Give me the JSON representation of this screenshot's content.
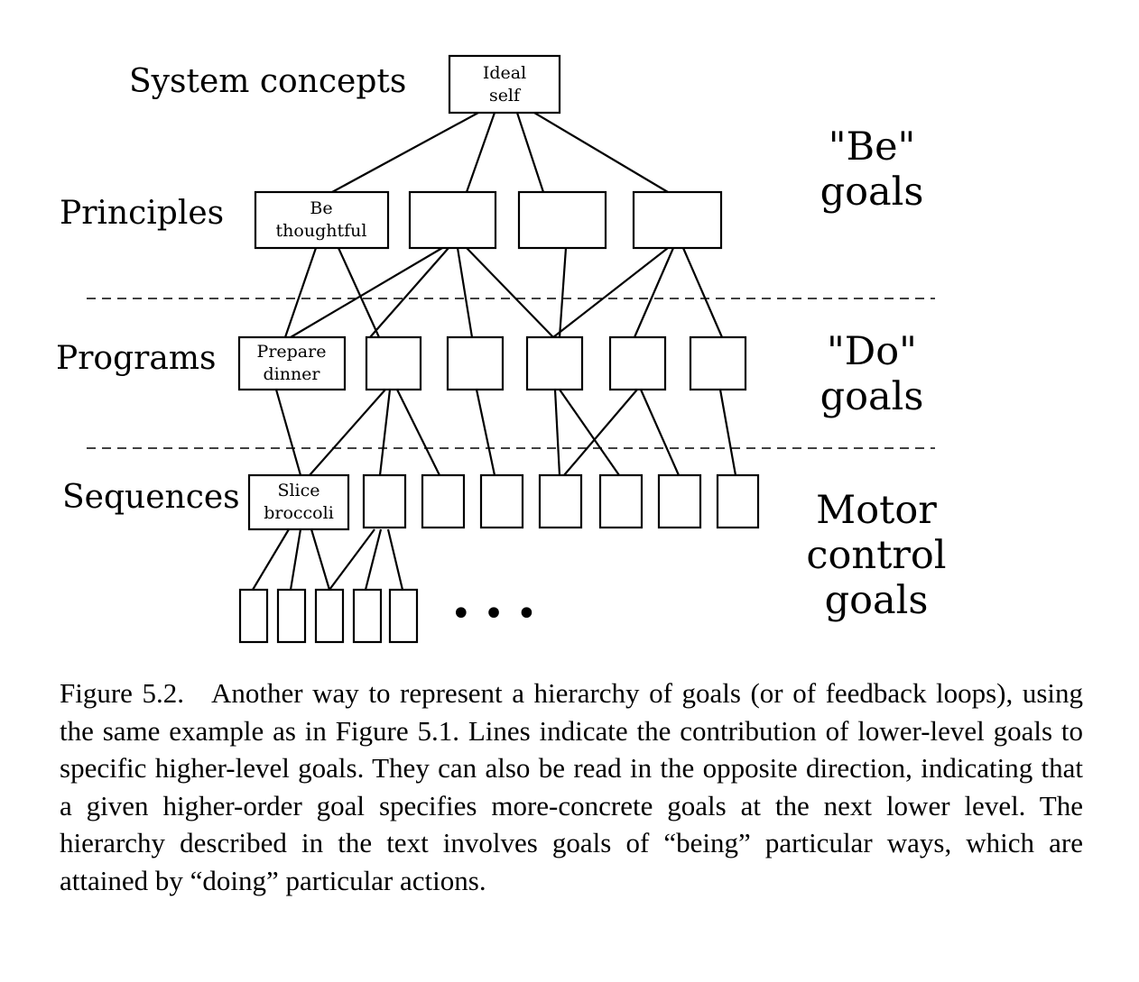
{
  "levels": {
    "system_concepts": "System concepts",
    "principles": "Principles",
    "programs": "Programs",
    "sequences": "Sequences"
  },
  "goal_labels": {
    "be": [
      "\"Be\"",
      "goals"
    ],
    "do": [
      "\"Do\"",
      "goals"
    ],
    "motor": [
      "Motor",
      "control",
      "goals"
    ]
  },
  "nodes": {
    "ideal_self": [
      "Ideal",
      "self"
    ],
    "be_thoughtful": [
      "Be",
      "thoughtful"
    ],
    "prepare_dinner": [
      "Prepare",
      "dinner"
    ],
    "slice_broccoli": [
      "Slice",
      "broccoli"
    ]
  },
  "ellipsis": "• • •",
  "caption": {
    "figure_number": "Figure 5.2.",
    "text": "Another way to represent a hierarchy of goals (or of feedback loops), using the same example as in Figure 5.1. Lines indicate the contribution of lower-level goals to specific higher-level goals. They can also be read in the opposite direction, indicating that a given higher-order goal specifies more-concrete goals at the next lower level. The hierarchy described in the text involves goals of “being” particular ways, which are attained by “doing” particular actions."
  }
}
